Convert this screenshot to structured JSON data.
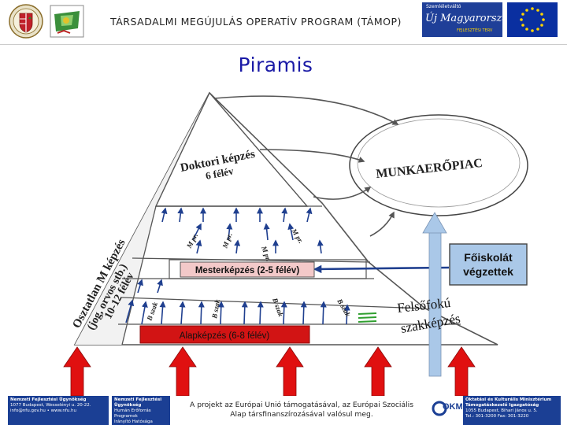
{
  "header": {
    "program_title": "TÁRSADALMI MEGÚJULÁS OPERATÍV PROGRAM (TÁMOP)",
    "brand_small": "Szemléletváltó",
    "brand_main": "Új Magyarország",
    "brand_sub": "FEJLESZTÉSI TERV"
  },
  "page_title": "Piramis",
  "diagram": {
    "doctoral": [
      "Doktori képzés",
      "6 félév"
    ],
    "undivided": [
      "Osztatlan M képzés",
      "(jog, orvos stb.)",
      "10-12 félév"
    ],
    "labour_market": "MUNKAERŐPIAC",
    "college": [
      "Főiskolát",
      "végzettek"
    ],
    "masters": "Mesterképzés (2-5 félév)",
    "bachelor": "Alapképzés (6-8 félév)",
    "higher_vocational": [
      "Felsőfokú",
      "szakképzés"
    ],
    "m_labels": [
      "M pr.",
      "M pr.",
      "M pr.",
      "M pr."
    ],
    "b_labels": [
      "B szak",
      "B szak",
      "B szak",
      "B szak"
    ]
  },
  "footer": {
    "left_block": [
      "Nemzeti Fejlesztési Ügynökség",
      "1077 Budapest, Wesselényi u. 20-22.",
      "info@nfu.gov.hu • www.nfu.hu"
    ],
    "mid_block": [
      "Nemzeti Fejlesztési",
      "Ügynökség",
      "Humán Erőforrás Programok",
      "Irányító Hatósága"
    ],
    "text": [
      "A projekt az Európai Unió támogatásával, az Európai Szociális",
      "Alap társfinanszírozásával valósul meg."
    ],
    "okm_label": "OKM",
    "right_block": [
      "Oktatási és Kulturális Minisztérium",
      "Támogatáskezelő Igazgatóság",
      "1055 Budapest, Bihari János u. 5.",
      "Tel.: 301-3200 Fax: 301-3220"
    ]
  },
  "colors": {
    "title_blue": "#1a1aa6",
    "red_bar": "#d21414",
    "college_box": "#aac8e8",
    "arrow_blue": "#1f3f8f",
    "footer_blue": "#1b3f94",
    "eu_blue": "#0a2fa0",
    "eu_star": "#ffd400"
  },
  "icons": [
    "coat-of-arms-icon",
    "university-seal-icon",
    "uj-magyarorszag-logo",
    "eu-flag-icon",
    "okm-logo"
  ]
}
